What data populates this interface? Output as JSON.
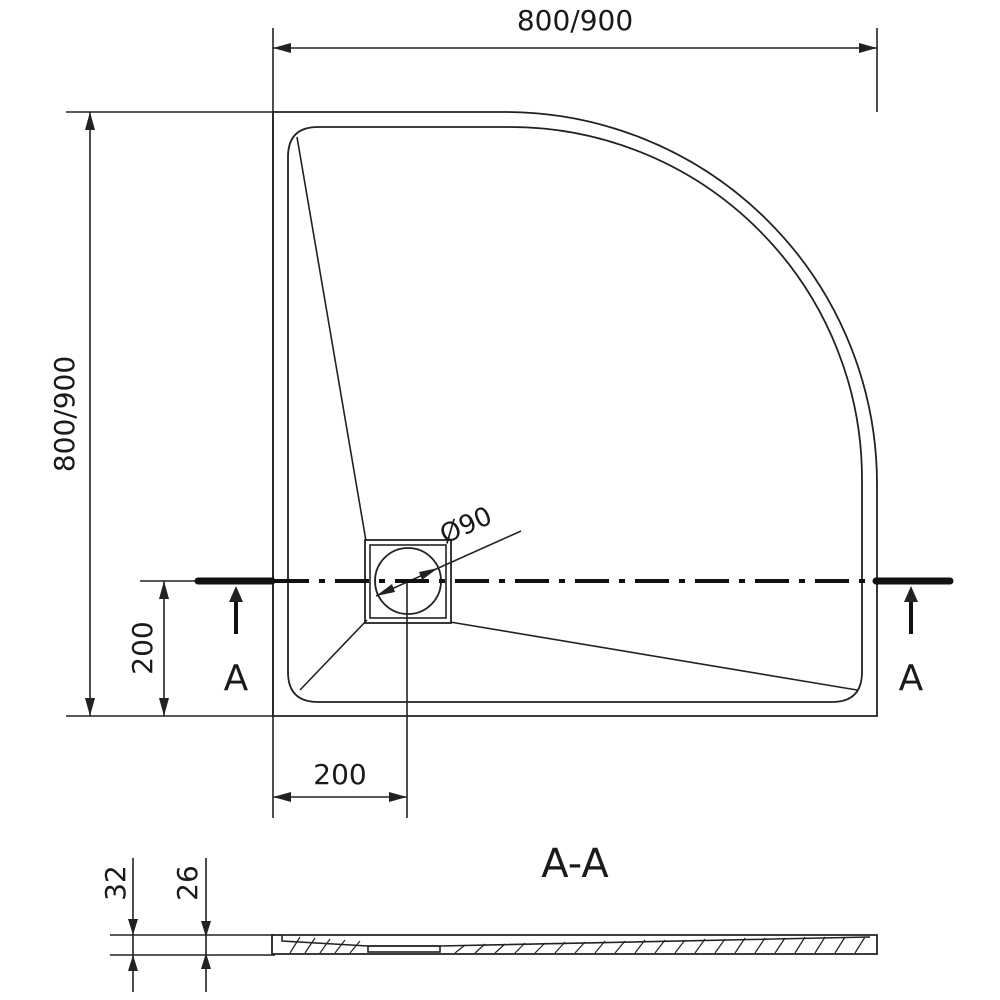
{
  "dimensions": {
    "width_label": "800/900",
    "height_label": "800/900",
    "drain_offset_x_label": "200",
    "drain_offset_y_label": "200",
    "drain_diameter_label": "Ø90"
  },
  "section": {
    "marker_left": "A",
    "marker_right": "A",
    "title": "A-A",
    "total_height_label": "32",
    "tray_height_label": "26"
  }
}
